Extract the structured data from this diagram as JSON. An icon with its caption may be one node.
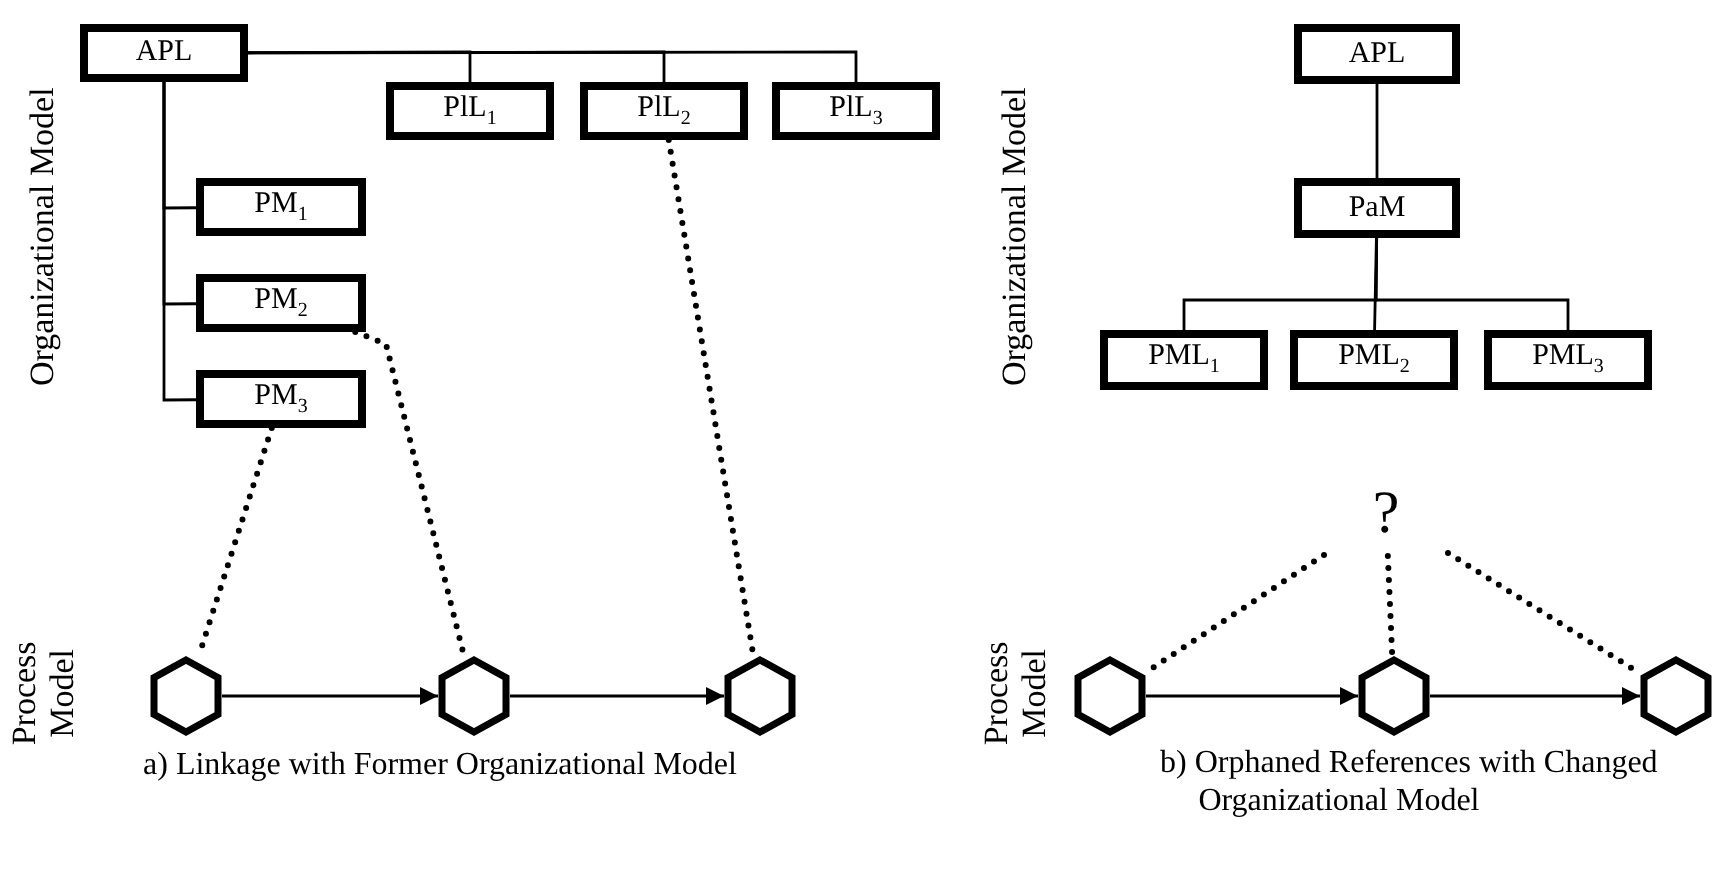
{
  "diagram": {
    "nodes": [
      {
        "text": [
          "APL"
        ]
      },
      {
        "text": [
          "PlL$_{1}$"
        ]
      },
      {
        "text": [
          "PlL$_{2}$"
        ]
      },
      {
        "text": [
          "PlL$_{3}$"
        ]
      },
      {
        "text": [
          "PM$_{1}$"
        ]
      },
      {
        "text": [
          "PM$_{2}$"
        ]
      },
      {
        "text": [
          "PM$_{3}$"
        ]
      },
      {
        "text": [],
        "shape": "hexagon"
      },
      {
        "text": [],
        "shape": "hexagon"
      },
      {
        "text": [],
        "shape": "hexagon"
      },
      {
        "text": [
          "APL"
        ]
      },
      {
        "text": [
          "PaM"
        ]
      },
      {
        "text": [
          "PML$_{1}$"
        ]
      },
      {
        "text": [
          "PML$_{2}$"
        ]
      },
      {
        "text": [
          "PML$_{3}$"
        ]
      },
      {
        "text": [
          "?"
        ]
      },
      {
        "text": [],
        "shape": "hexagon"
      },
      {
        "text": [],
        "shape": "hexagon"
      },
      {
        "text": [],
        "shape": "hexagon"
      }
    ],
    "edges": [
      {
        "from": 0,
        "to": 1,
        "arrow": "none"
      },
      {
        "from": 0,
        "to": 2,
        "arrow": "none"
      },
      {
        "from": 0,
        "to": 3,
        "arrow": "none"
      },
      {
        "from": 0,
        "to": 4,
        "arrow": "none"
      },
      {
        "from": 0,
        "to": 5,
        "arrow": "none"
      },
      {
        "from": 0,
        "to": 6,
        "arrow": "none"
      },
      {
        "from": 6,
        "to": 7,
        "arrow": "none",
        "style": "dashed"
      },
      {
        "from": 5,
        "to": 8,
        "arrow": "none",
        "style": "dashed"
      },
      {
        "from": 2,
        "to": 9,
        "arrow": "none",
        "style": "dashed"
      },
      {
        "from": 7,
        "to": 8,
        "arrow": "to"
      },
      {
        "from": 8,
        "to": 9,
        "arrow": "to"
      },
      {
        "from": 10,
        "to": 11,
        "arrow": "none"
      },
      {
        "from": 11,
        "to": 12,
        "arrow": "none"
      },
      {
        "from": 11,
        "to": 13,
        "arrow": "none"
      },
      {
        "from": 11,
        "to": 14,
        "arrow": "none"
      },
      {
        "from": 15,
        "to": 16,
        "arrow": "none",
        "style": "dashed"
      },
      {
        "from": 15,
        "to": 17,
        "arrow": "none",
        "style": "dashed"
      },
      {
        "from": 15,
        "to": 18,
        "arrow": "none",
        "style": "dashed"
      },
      {
        "from": 16,
        "to": 17,
        "arrow": "to"
      },
      {
        "from": 17,
        "to": 18,
        "arrow": "to"
      }
    ],
    "labels": [
      "Organizational Model",
      "Process Model",
      "a) Linkage with Former Organizational Model",
      "Organizational Model",
      "Process Model",
      "b) Orphaned References with Changed Organizational Model"
    ]
  }
}
